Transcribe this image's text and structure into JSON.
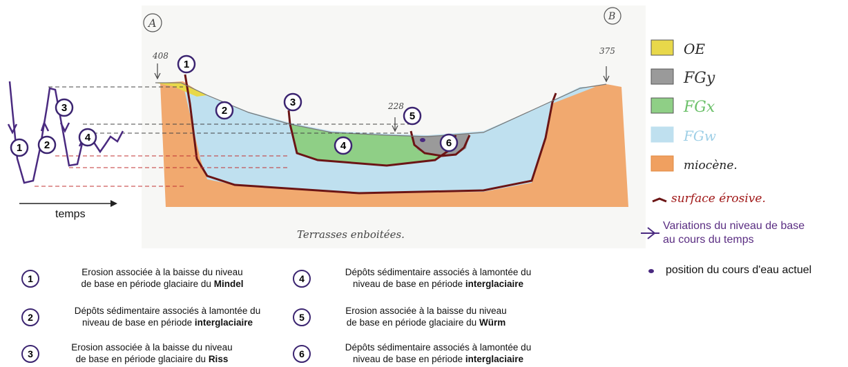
{
  "labels": {
    "point_a": "A",
    "point_b": "B",
    "alt_left": "408",
    "alt_right": "375",
    "alt_river": "228",
    "subtitle": "Terrasses enboitées.",
    "time_axis": "temps"
  },
  "legend": {
    "oe": "OE",
    "fgy": "FGy",
    "fgx": "FGx",
    "fgw": "FGw",
    "miocene": "miocène.",
    "erosive": "surface érosive.",
    "variations_line1": "Variations du niveau de base",
    "variations_line2": "au cours du temps",
    "current_river": "position du cours d'eau actuel"
  },
  "markers": [
    "1",
    "2",
    "3",
    "4",
    "5",
    "6"
  ],
  "captions": [
    {
      "num": "1",
      "line1": "Erosion associée à la baisse du niveau",
      "line2": "de base en période glaciaire du",
      "bold": "Mindel"
    },
    {
      "num": "2",
      "line1": "Dépôts sédimentaire associés à lamontée du",
      "line2": "niveau de base en période",
      "bold": "interglaciaire"
    },
    {
      "num": "3",
      "line1": "Erosion associée à la baisse du niveau",
      "line2": "de base en période glaciaire du",
      "bold": "Riss"
    },
    {
      "num": "4",
      "line1": "Dépôts sédimentaire associés à lamontée du",
      "line2": "niveau de base en période",
      "bold": "interglaciaire"
    },
    {
      "num": "5",
      "line1": "Erosion associée à la baisse du niveau",
      "line2": "de base en période glaciaire du",
      "bold": "Würm"
    },
    {
      "num": "6",
      "line1": "Dépôts sédimentaire associés à lamontée du",
      "line2": "niveau de base en période",
      "bold": "interglaciaire"
    }
  ],
  "colors": {
    "oe": "#e8d84a",
    "fgy": "#9a9a9a",
    "fgx": "#8fcf86",
    "fgw": "#bfe0ef",
    "miocene": "#f0a060",
    "erosive": "#6b1515",
    "purple": "#4a2a80"
  }
}
